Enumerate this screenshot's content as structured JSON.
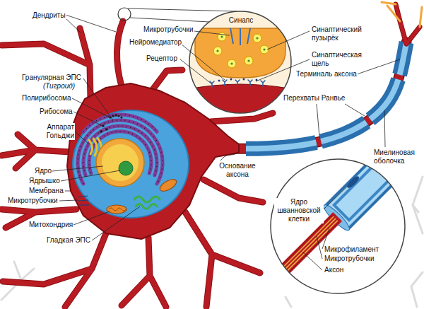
{
  "diagram": {
    "labels": [
      "Дендриты",
      "Микротрубочки",
      "Синапс",
      "Синаптический пузырёк",
      "Нейромедиатор",
      "Синаптическая щель",
      "Рецептор",
      "Терминаль аксона",
      "Гранулярная ЭПС",
      "(Тигроид)",
      "Полирибосома",
      "Перехваты Ранвье",
      "Рибосома",
      "Аппарат Гольджи",
      "Миелиновая оболочка",
      "Основание аксона",
      "Ядро",
      "Ядрышко",
      "Мембрана",
      "Ядро шванновской клетки",
      "Микротрубочки",
      "Митохондрия",
      "Гладкая ЭПС",
      "Микрофиламент",
      "Микротрубочки",
      "Аксон"
    ]
  }
}
